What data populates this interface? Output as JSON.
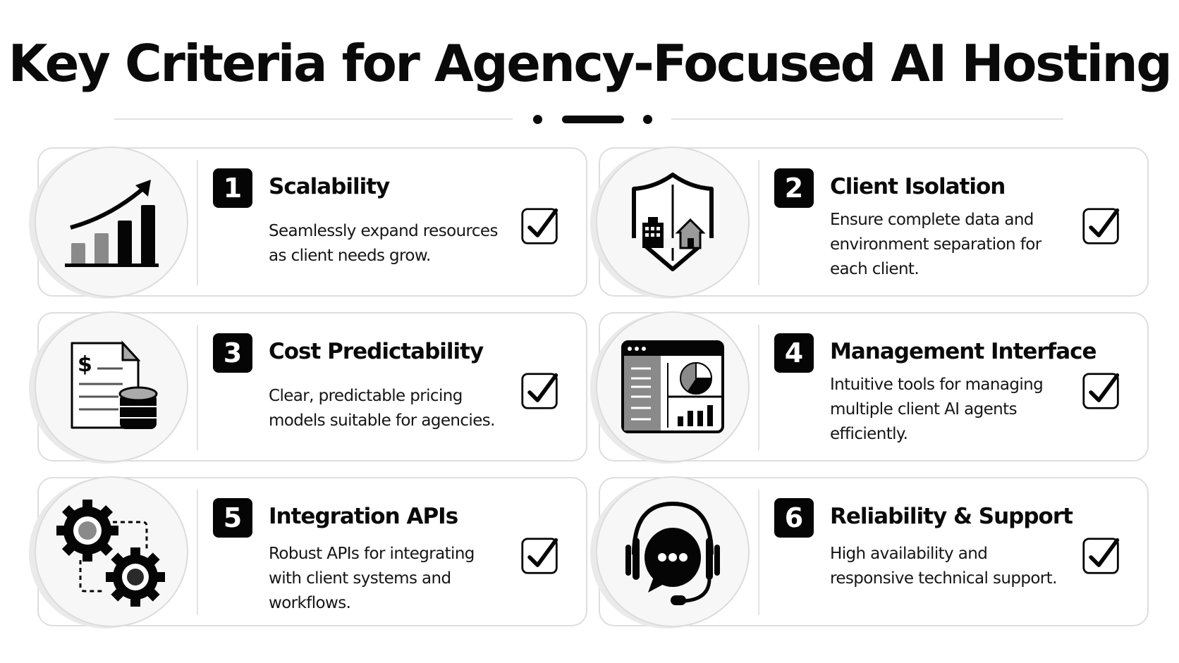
{
  "header": {
    "title": "Key Criteria for Agency-Focused AI Hosting"
  },
  "criteria": [
    {
      "number": "1",
      "title": "Scalability",
      "description": "Seamlessly expand resources as client needs grow.",
      "icon": "growth-chart-icon",
      "checked": true
    },
    {
      "number": "2",
      "title": "Client Isolation",
      "description": "Ensure complete data and environment separation for each client.",
      "icon": "shield-buildings-icon",
      "checked": true
    },
    {
      "number": "3",
      "title": "Cost Predictability",
      "description": "Clear, predictable pricing models suitable for agencies.",
      "icon": "invoice-coins-icon",
      "checked": true
    },
    {
      "number": "4",
      "title": "Management Interface",
      "description": "Intuitive tools for managing multiple client AI agents efficiently.",
      "icon": "dashboard-icon",
      "checked": true
    },
    {
      "number": "5",
      "title": "Integration APIs",
      "description": "Robust APIs for integrating with client systems and workflows.",
      "icon": "gears-icon",
      "checked": true
    },
    {
      "number": "6",
      "title": "Reliability & Support",
      "description": "High availability and responsive technical support.",
      "icon": "headset-chat-icon",
      "checked": true
    }
  ],
  "colors": {
    "ink": "#0a0a0a",
    "gray_fill": "#8a8a8a",
    "card_border": "#dedede",
    "circle_bg": "#f7f7f7"
  }
}
